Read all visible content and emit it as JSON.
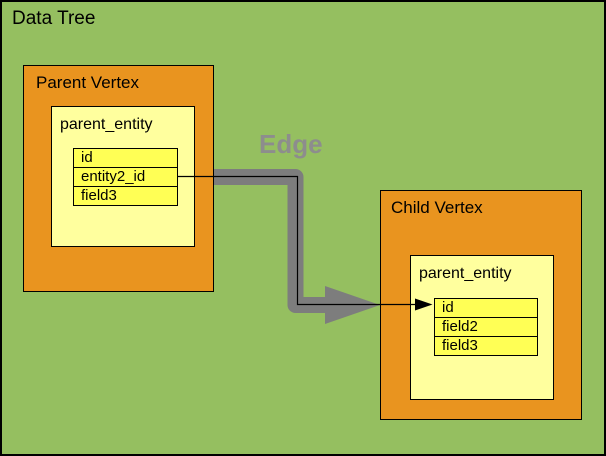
{
  "diagram": {
    "title": "Data Tree",
    "edge_label": "Edge",
    "parent_vertex": {
      "title": "Parent Vertex",
      "entity": {
        "name": "parent_entity",
        "fields": [
          "id",
          "entity2_id",
          "field3"
        ]
      }
    },
    "child_vertex": {
      "title": "Child Vertex",
      "entity": {
        "name": "parent_entity",
        "fields": [
          "id",
          "field2",
          "field3"
        ]
      }
    },
    "connection": {
      "from_vertex": "Parent Vertex",
      "from_field": "entity2_id",
      "to_vertex": "Child Vertex",
      "to_field": "id"
    },
    "colors": {
      "background": "#95bf60",
      "vertex_fill": "#e9941f",
      "entity_fill": "#ffff9e",
      "field_fill": "#ffff55",
      "edge_band": "#7d7d7d",
      "edge_label_text": "#8d8d8d",
      "border": "#000000"
    }
  }
}
